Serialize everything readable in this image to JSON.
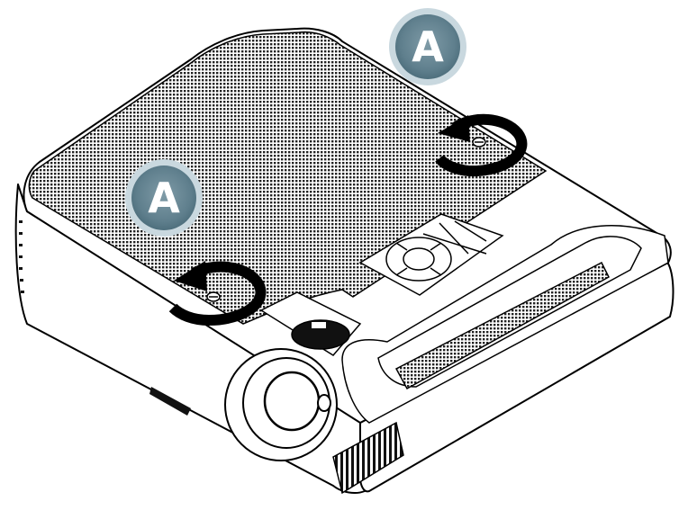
{
  "figure": {
    "subject": "projector",
    "callouts": [
      {
        "label": "A"
      },
      {
        "label": "A"
      }
    ],
    "callout_style": {
      "fill": "#6d8b98",
      "glow": "#c9d8df",
      "text_color": "#ffffff"
    },
    "arrow_color": "#000000",
    "line_color": "#000000",
    "background": "#ffffff",
    "icons": [
      "rotate-counterclockwise-arrow-icon",
      "rotate-counterclockwise-arrow-icon",
      "screw-icon",
      "screw-icon"
    ]
  }
}
